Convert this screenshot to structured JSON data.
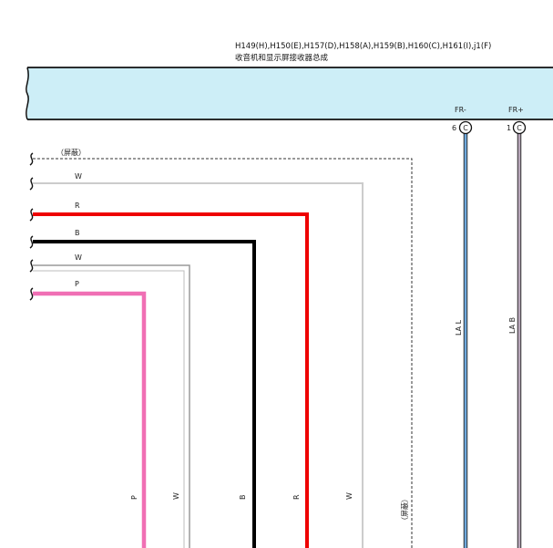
{
  "header": {
    "codes": "H149(H),H150(E),H157(D),H158(A),H159(B),H160(C),H161(I),j1(F)",
    "name": "收音机和显示屏接收器总成"
  },
  "terminals": [
    {
      "signal": "FR-",
      "pin": "6",
      "connector": "C",
      "wire_color": "L",
      "wire_code": "LA L",
      "hex": "#6fa8dc"
    },
    {
      "signal": "FR+",
      "pin": "1",
      "connector": "C",
      "wire_color": "B",
      "wire_code": "LA B",
      "hex": "#b7a6b9"
    }
  ],
  "shield": {
    "label": "（屏蔽）",
    "bottom_label": "（屏蔽）"
  },
  "wires": [
    {
      "color": "W",
      "bottom_label": "W",
      "hex": "#9a9a9a",
      "weight": "thin"
    },
    {
      "color": "R",
      "bottom_label": "R",
      "hex": "#ee0000",
      "weight": "thick"
    },
    {
      "color": "B",
      "bottom_label": "B",
      "hex": "#000000",
      "weight": "thick"
    },
    {
      "color": "W",
      "bottom_label": "W",
      "hex": "#9a9a9a",
      "weight": "thin"
    },
    {
      "color": "P",
      "bottom_label": "P",
      "hex": "#f06fb4",
      "weight": "thick"
    }
  ],
  "colors": {
    "component_fill": "#cdeef7",
    "component_stroke": "#111111"
  }
}
